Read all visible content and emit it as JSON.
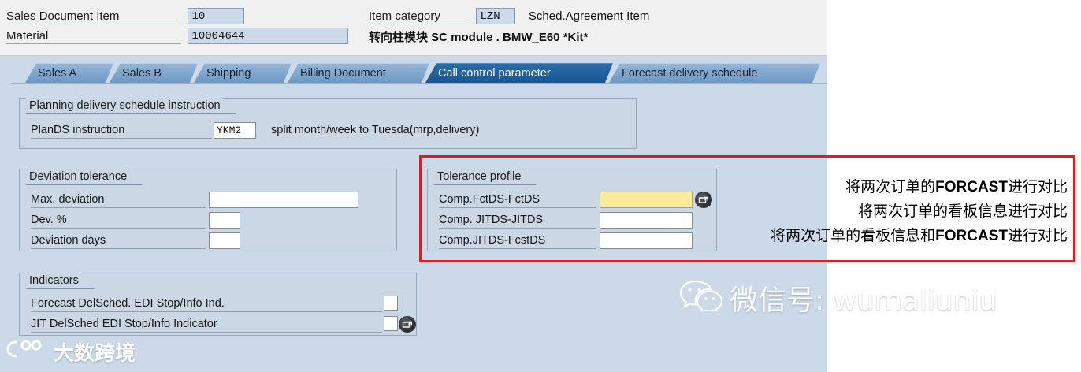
{
  "header": {
    "sales_document_item_label": "Sales Document Item",
    "sales_document_item_value": "10",
    "material_label": "Material",
    "material_value": "10004644",
    "item_category_label": "Item category",
    "item_category_value": "LZN",
    "item_category_text": "Sched.Agreement Item",
    "material_description": "转向柱模块  SC module . BMW_E60 *Kit*"
  },
  "tabs": [
    {
      "label": "Sales A",
      "selected": false
    },
    {
      "label": "Sales B",
      "selected": false
    },
    {
      "label": "Shipping",
      "selected": false
    },
    {
      "label": "Billing Document",
      "selected": false
    },
    {
      "label": "Call control parameter",
      "selected": true
    },
    {
      "label": "Forecast delivery schedule",
      "selected": false
    }
  ],
  "planning_group": {
    "title": "Planning delivery schedule instruction",
    "plands_label": "PlanDS instruction",
    "plands_value": "YKM2",
    "plands_text": "split month/week to Tuesda(mrp,delivery)"
  },
  "deviation_group": {
    "title": "Deviation tolerance",
    "rows": [
      {
        "label": "Max. deviation",
        "value": ""
      },
      {
        "label": "Dev. %",
        "value": ""
      },
      {
        "label": "Deviation days",
        "value": ""
      }
    ]
  },
  "tolerance_group": {
    "title": "Tolerance profile",
    "rows": [
      {
        "label": "Comp.FctDS-FctDS",
        "value": "",
        "highlight": true,
        "f4": true
      },
      {
        "label": "Comp. JITDS-JITDS",
        "value": "",
        "highlight": false,
        "f4": false
      },
      {
        "label": "Comp.JITDS-FcstDS",
        "value": "",
        "highlight": false,
        "f4": false
      }
    ]
  },
  "indicators_group": {
    "title": "Indicators",
    "rows": [
      {
        "label": "Forecast DelSched. EDI Stop/Info Ind.",
        "checked": false,
        "f4": false
      },
      {
        "label": "JIT DelSched EDI Stop/Info Indicator",
        "checked": false,
        "f4": true
      }
    ]
  },
  "annotations": {
    "line1_prefix": "将两次订单的",
    "line1_bold": "FORCAST",
    "line1_suffix": "进行对比",
    "line2": "将两次订单的看板信息进行对比",
    "line3_prefix": "将两次订单的看板信息和",
    "line3_bold": "FORCAST",
    "line3_suffix": "进行对比"
  },
  "watermark": {
    "text": "微信号: wumaliuniu"
  },
  "brand": {
    "text": "大数跨境"
  },
  "colors": {
    "accent_red": "#e01b1b",
    "panel_blue": "#ccd9e8",
    "tab_selected": "#1f5f9b",
    "field_highlight": "#fdeb9b"
  }
}
